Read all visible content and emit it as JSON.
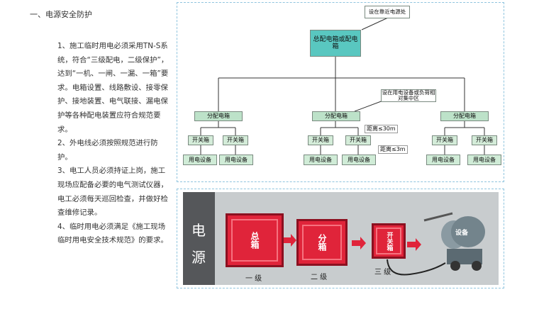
{
  "heading": "一、电源安全防护",
  "paragraphs": [
    "1、施工临时用电必须采用TN-S系统，符合“三级配电，二级保护”，达到“一机、一闸、一漏、一箱”要求。电箱设置、线路敷设、接零保护、接地装置、电气联接、漏电保护等各种配电装置应符合规范要求。",
    "2、外电线必须按照规范进行防护。",
    "3、电工人员必须持证上岗，施工现场应配备必要的电气测试仪器，电工必须每天巡回检查，并做好检查维修记录。",
    "4、临时用电必须满足《施工现场临时用电安全技术规范》的要求。"
  ],
  "diagram": {
    "top_note": "设在靠近电源处",
    "main_box": "总配电箱或配电箱",
    "middle_note": "设在用电设备或负荷相对集中区",
    "distribution_box": "分配电箱",
    "switch_box": "开关箱",
    "equipment": "用电设备",
    "dist_30": "距离≤30m",
    "dist_3": "距离≤3m"
  },
  "photo": {
    "wall_label_1": "电",
    "wall_label_2": "源",
    "box1": "总箱",
    "box2": "分箱",
    "box3": "开关箱",
    "machine": "设备",
    "level1": "一 级",
    "level2": "二 级",
    "level3": "三 级"
  }
}
